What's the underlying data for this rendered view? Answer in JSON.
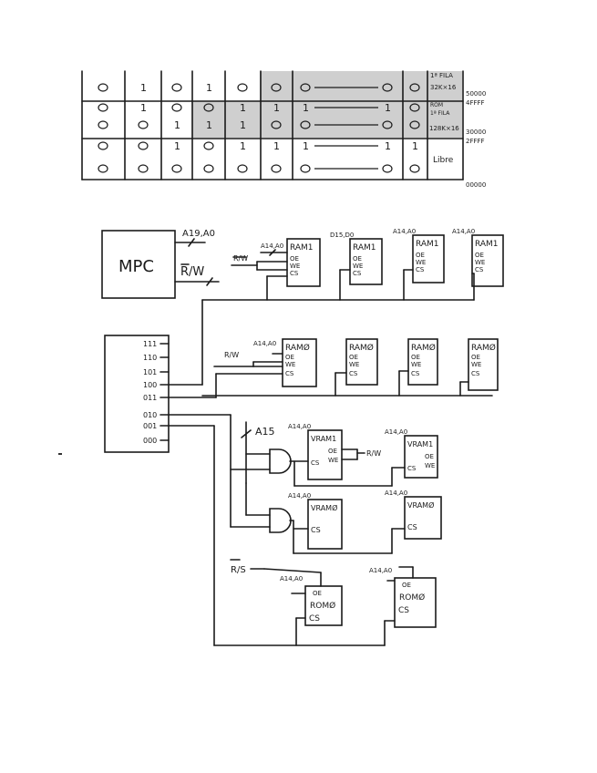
{
  "table": {
    "rows": [
      {
        "cells": [
          "0",
          "1",
          "0",
          "1",
          "0",
          "0",
          "0",
          "0",
          "0"
        ],
        "shade_from": 5,
        "label": "1ª FILA 32K×16"
      },
      {
        "cells": [
          "0",
          "1",
          "0",
          "0",
          "1",
          "1",
          "1",
          "1",
          "0"
        ],
        "shade_from": 3,
        "label": "ROM 1ª FILA"
      },
      {
        "cells": [
          "0",
          "0",
          "1",
          "1",
          "1",
          "0",
          "0",
          "0",
          "0"
        ],
        "shade_from": 3,
        "label": "128K×16"
      },
      {
        "cells": [
          "0",
          "0",
          "1",
          "0",
          "1",
          "1",
          "1",
          "1",
          "1"
        ],
        "shade_from": -1,
        "label": ""
      },
      {
        "cells": [
          "0",
          "0",
          "0",
          "0",
          "0",
          "0",
          "0",
          "0",
          "0"
        ],
        "shade_from": -1,
        "label": "Libre"
      }
    ],
    "addresses": [
      "50000",
      "4FFFF",
      "30000",
      "2FFFF",
      "00000"
    ]
  },
  "mpc": {
    "label": "MPC",
    "addr_bus": "A19,A0",
    "rw": "R/W"
  },
  "decoder": {
    "outputs": [
      "111",
      "110",
      "101",
      "100",
      "011",
      "010",
      "001",
      "000"
    ]
  },
  "ram1_row": {
    "rw_label": "R/W",
    "bus_label": "A14,A0",
    "chips": [
      {
        "name": "RAM1",
        "pins": [
          "OE",
          "WE",
          "CS"
        ],
        "bus": "A14,A0"
      },
      {
        "name": "RAM1",
        "pins": [
          "OE",
          "WE",
          "CS"
        ],
        "bus": "D15,D0"
      },
      {
        "name": "RAM1",
        "pins": [
          "OE",
          "WE",
          "CS"
        ],
        "bus": "A14,A0"
      },
      {
        "name": "RAM1",
        "pins": [
          "OE",
          "WE",
          "CS"
        ],
        "bus": "A14,A0"
      }
    ]
  },
  "ram0_row": {
    "rw_label": "R/W",
    "bus_label": "A14,A0",
    "chips": [
      {
        "name": "RAMØ",
        "pins": [
          "OE",
          "WE",
          "CS"
        ]
      },
      {
        "name": "RAMØ",
        "pins": [
          "OE",
          "WE",
          "CS"
        ]
      },
      {
        "name": "RAMØ",
        "pins": [
          "OE",
          "WE",
          "CS"
        ]
      },
      {
        "name": "RAMØ",
        "pins": [
          "OE",
          "WE",
          "CS"
        ]
      }
    ]
  },
  "vram": {
    "a15_label": "A15",
    "rw_label": "R/W",
    "chips": [
      {
        "name": "VRAM1",
        "bus": "A14,A0",
        "pins": [
          "OE",
          "WE",
          "CS"
        ]
      },
      {
        "name": "VRAM1",
        "bus": "A14,A0",
        "pins": [
          "OE",
          "WE",
          "CS"
        ]
      },
      {
        "name": "VRAMØ",
        "bus": "A14,A0",
        "pins": [
          "CS"
        ]
      },
      {
        "name": "VRAMØ",
        "bus": "A14,A0",
        "pins": [
          "CS"
        ]
      }
    ]
  },
  "rom": {
    "rs_label": "R/S",
    "chips": [
      {
        "name": "ROMØ",
        "bus": "A14,A0",
        "pins": [
          "OE",
          "CS"
        ]
      },
      {
        "name": "ROMØ",
        "bus": "A14,A0",
        "pins": [
          "OE",
          "CS"
        ]
      }
    ]
  }
}
